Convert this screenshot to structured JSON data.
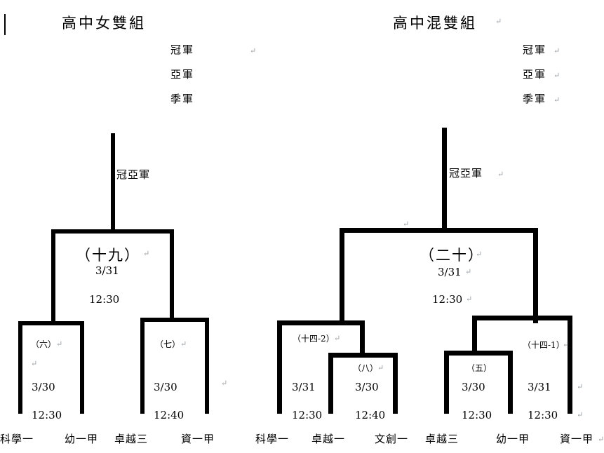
{
  "page": {
    "caret_mark": "",
    "groups": [
      {
        "id": "hs-womens-doubles",
        "title": "高中女雙組",
        "rankings": [
          "冠軍",
          "亞軍",
          "季軍"
        ],
        "final_stem_label": "冠亞軍",
        "matches": [
          {
            "code": "（十九）",
            "date": "3/31",
            "time": "12:30",
            "round": "semifinal"
          },
          {
            "code": "（六）",
            "date": "3/30",
            "time": "12:30",
            "round": "first"
          },
          {
            "code": "（七）",
            "date": "3/30",
            "time": "12:40",
            "round": "first"
          }
        ],
        "teams": [
          "科學一",
          "幼一甲",
          "卓越三",
          "資一甲"
        ]
      },
      {
        "id": "hs-mixed-doubles",
        "title": "高中混雙組",
        "rankings": [
          "冠軍",
          "亞軍",
          "季軍"
        ],
        "final_stem_label": "冠亞軍",
        "matches": [
          {
            "code": "（二十）",
            "date": "3/31",
            "time": "12:30",
            "round": "semifinal"
          },
          {
            "code": "（十四-2）",
            "date": "3/31",
            "time": "12:30",
            "round": "quarter"
          },
          {
            "code": "（八）",
            "date": "3/30",
            "time": "12:40",
            "round": "first"
          },
          {
            "code": "（五）",
            "date": "3/30",
            "time": "12:30",
            "round": "first"
          },
          {
            "code": "（十四-1）",
            "date": "3/31",
            "time": "12:30",
            "round": "quarter"
          }
        ],
        "teams": [
          "科學一",
          "卓越一",
          "文創一",
          "卓越三",
          "幼一甲",
          "資一甲"
        ]
      }
    ],
    "marks": {
      "pilcrow": "↵"
    }
  }
}
